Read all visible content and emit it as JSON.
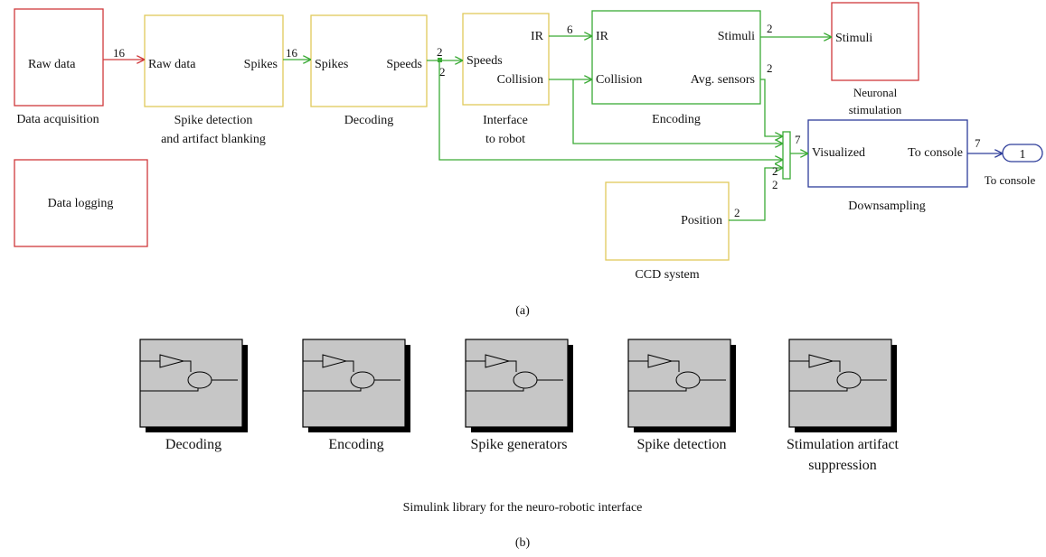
{
  "part_a": {
    "caption": "(a)",
    "blocks": {
      "data_acquisition": {
        "port_out": "Raw data",
        "label": "Data acquisition"
      },
      "data_logging": {
        "text": "Data logging"
      },
      "spike_detection": {
        "port_in": "Raw data",
        "port_out": "Spikes",
        "label_1": "Spike detection",
        "label_2": "and artifact blanking"
      },
      "decoding": {
        "port_in": "Spikes",
        "port_out": "Speeds",
        "label": "Decoding"
      },
      "interface": {
        "port_in": "Speeds",
        "port_out_1": "IR",
        "port_out_2": "Collision",
        "label_1": "Interface",
        "label_2": "to robot"
      },
      "encoding": {
        "port_in_1": "IR",
        "port_in_2": "Collision",
        "port_out_1": "Stimuli",
        "port_out_2": "Avg. sensors",
        "label": "Encoding"
      },
      "neuronal_stimulation": {
        "port_in": "Stimuli",
        "label_1": "Neuronal",
        "label_2": "stimulation"
      },
      "downsampling": {
        "port_in": "Visualized",
        "port_out": "To console",
        "label": "Downsampling"
      },
      "ccd_system": {
        "port_out": "Position",
        "label": "CCD system"
      },
      "console_out": {
        "number": "1",
        "label": "To console"
      }
    },
    "signal_widths": {
      "raw": "16",
      "spikes": "16",
      "speeds_a": "2",
      "speeds_b": "2",
      "ir": "6",
      "stimuli": "2",
      "avg": "2",
      "mux_top": "7",
      "mux_mid1": "2",
      "mux_mid2": "2",
      "position": "2",
      "console": "7"
    },
    "colors": {
      "red": "#d0393b",
      "yellow": "#e0c95a",
      "green": "#3aaa35",
      "blue": "#2e3d9a"
    }
  },
  "part_b": {
    "title": "Simulink library for the neuro-robotic interface",
    "caption": "(b)",
    "blocks": [
      {
        "label_1": "Decoding",
        "label_2": ""
      },
      {
        "label_1": "Encoding",
        "label_2": ""
      },
      {
        "label_1": "Spike generators",
        "label_2": ""
      },
      {
        "label_1": "Spike detection",
        "label_2": ""
      },
      {
        "label_1": "Stimulation artifact",
        "label_2": "suppression"
      }
    ]
  }
}
